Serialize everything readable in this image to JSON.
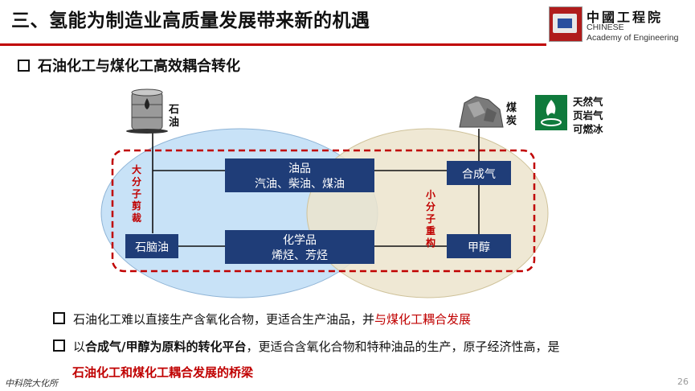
{
  "header": {
    "title": "三、氢能为制造业高质量发展带来新的机遇",
    "logo_cn": "中國工程院",
    "logo_en_line1": "CHINESE",
    "logo_en_line2": "Academy of Engineering"
  },
  "subtitle": "石油化工与煤化工高效耦合转化",
  "diagram": {
    "petroleum_label": "石\n油",
    "coal_label": "煤\n炭",
    "gas_labels": [
      "天然气",
      "页岩气",
      "可燃冰"
    ],
    "oil_products": {
      "line1": "油品",
      "line2": "汽油、柴油、煤油"
    },
    "chemicals": {
      "line1": "化学品",
      "line2": "烯烃、芳烃"
    },
    "naphtha": "石脑油",
    "syngas": "合成气",
    "methanol": "甲醇",
    "left_side_label": [
      "大",
      "分",
      "子",
      "剪",
      "裁"
    ],
    "right_side_label": [
      "小",
      "分",
      "子",
      "重",
      "构"
    ],
    "colors": {
      "box": "#1f3d78",
      "left_ellipse": "#c8e2f7",
      "right_ellipse": "#ece4cc",
      "dashed_frame": "#c00000",
      "side_label": "#c00000"
    }
  },
  "bullets": [
    {
      "normal1": "石油化工难以直接生产含氧化合物，更适合生产油品，并",
      "red": "与煤化工耦合发展"
    },
    {
      "normal1": "以",
      "bold": "合成气/甲醇为原料的转化平台",
      "normal2": "，更适合含氧化合物和特种油品的生产，原子经济性高，是"
    },
    {
      "red_bold": "石油化工和煤化工耦合发展的桥梁"
    }
  ],
  "footer": {
    "left": "中科院大化所",
    "page": "26"
  }
}
